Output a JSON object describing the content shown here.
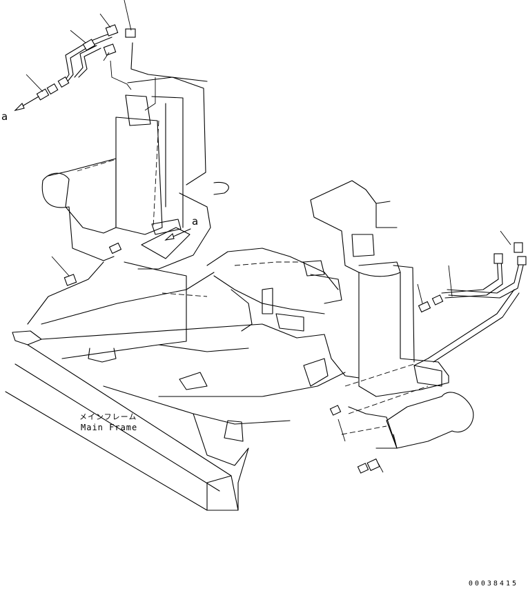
{
  "diagram": {
    "reference_mark_left": "a",
    "reference_mark_mid": "a",
    "main_frame_label_jp": "メインフレーム",
    "main_frame_label_en": "Main Frame",
    "drawing_number": "00038415"
  },
  "colors": {
    "line": "#000000",
    "background": "#ffffff"
  }
}
